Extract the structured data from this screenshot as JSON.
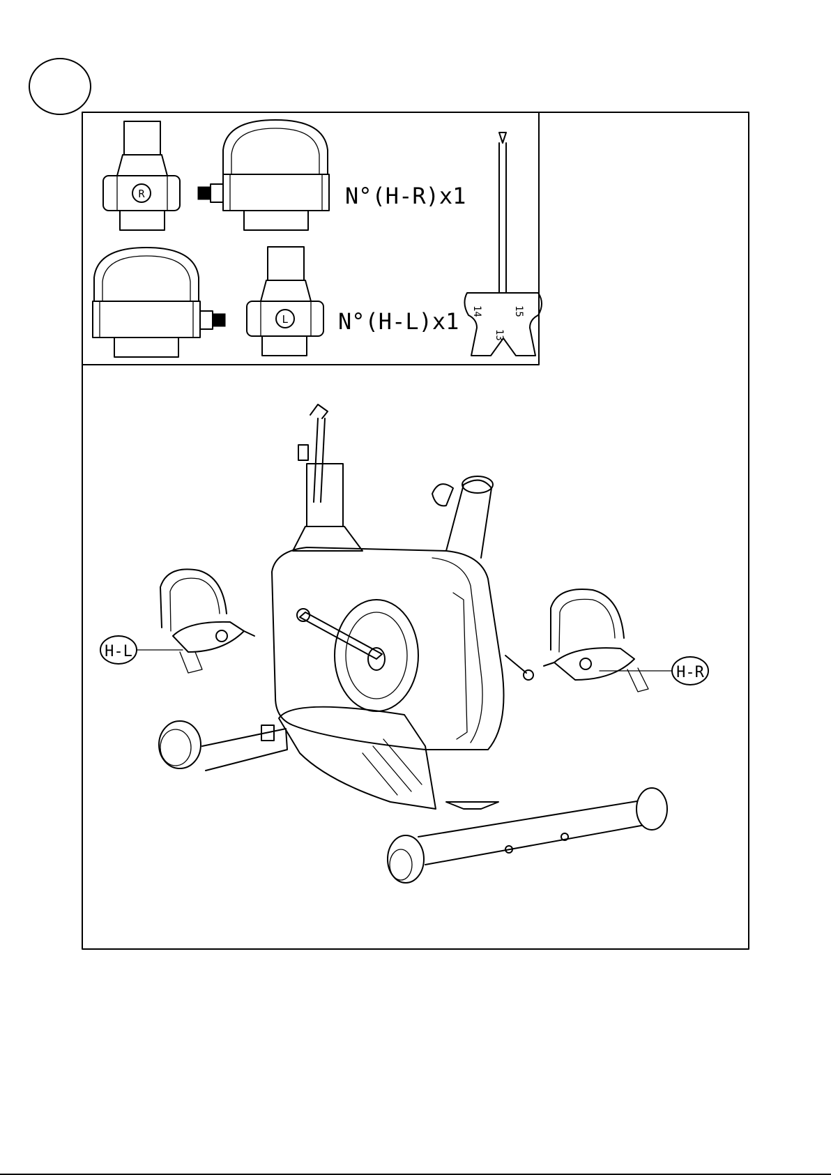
{
  "step_marker": {
    "number": ""
  },
  "parts_box": {
    "right_pedal_label": "N°(H-R)x1",
    "left_pedal_label": "N°(H-L)x1",
    "right_pedal_mark": "R",
    "left_pedal_mark": "L",
    "wrench_sizes": [
      "15",
      "14",
      "13"
    ]
  },
  "assembly": {
    "callout_left": "H-L",
    "callout_right": "H-R"
  }
}
